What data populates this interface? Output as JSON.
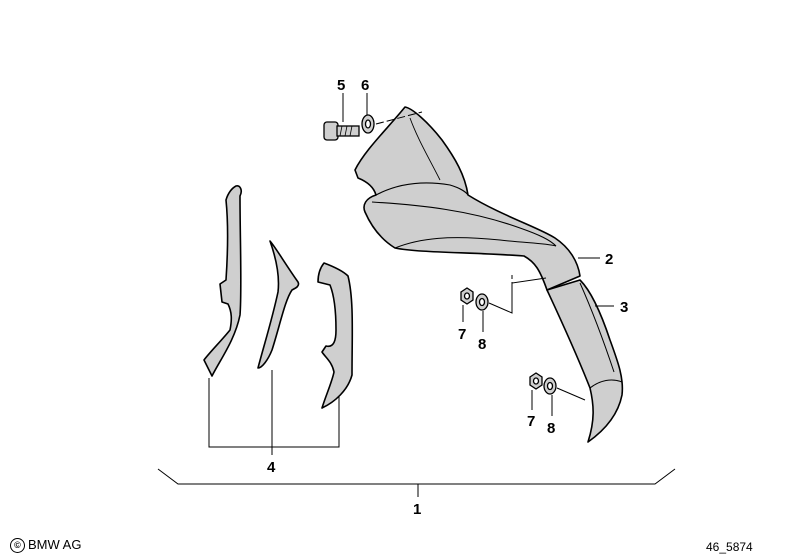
{
  "callouts": {
    "c1": "1",
    "c2": "2",
    "c3": "3",
    "c4": "4",
    "c5": "5",
    "c6": "6",
    "c7a": "7",
    "c8a": "8",
    "c7b": "7",
    "c8b": "8"
  },
  "footer": {
    "copyright_symbol": "©",
    "copyright_text": "BMW AG",
    "drawing_number": "46_5874"
  },
  "colors": {
    "part_fill": "#c8c8c8",
    "line": "#000000",
    "background": "#ffffff"
  }
}
